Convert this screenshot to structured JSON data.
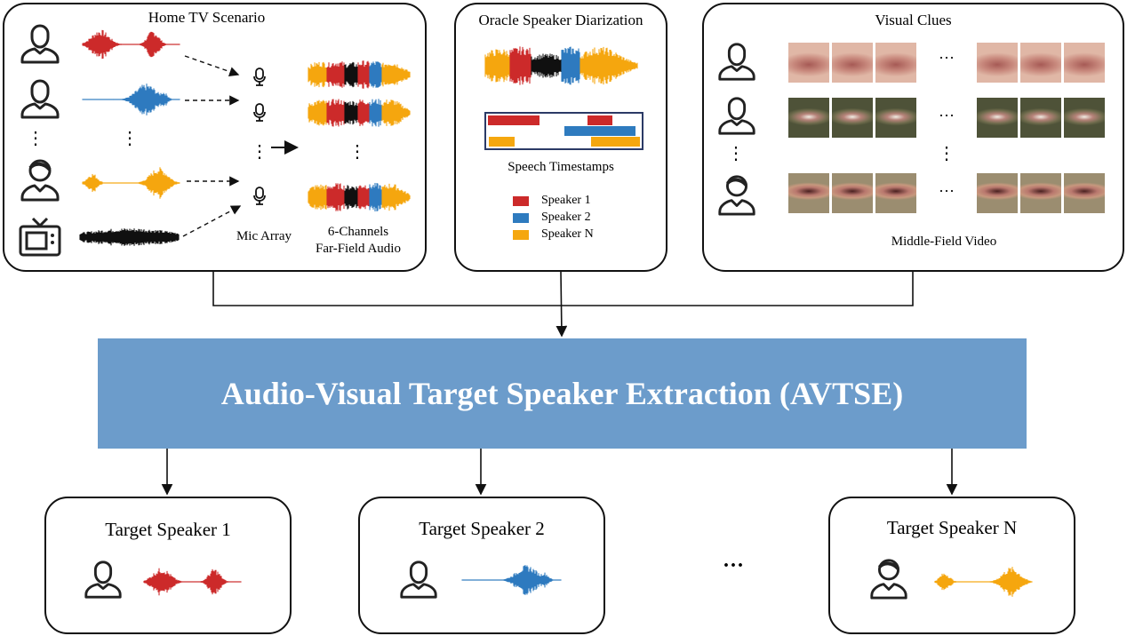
{
  "colors": {
    "speaker1": "#cc2a2a",
    "speaker2": "#2e7bbf",
    "speakerN": "#f5a70f",
    "tv_noise": "#111111",
    "avtse_box": "#6c9ccb"
  },
  "home_tv": {
    "title": "Home TV Scenario",
    "mic_array_label": "Mic Array",
    "channels_label_line1": "6-Channels",
    "channels_label_line2": "Far-Field Audio",
    "ellipsis": "⋮"
  },
  "diarization": {
    "title": "Oracle Speaker Diarization",
    "timestamps_label": "Speech Timestamps",
    "legend": [
      "Speaker 1",
      "Speaker 2",
      "Speaker N"
    ]
  },
  "visual": {
    "title": "Visual Clues",
    "video_label": "Middle-Field Video",
    "ellipsis_h": "···",
    "ellipsis_v": "⋮"
  },
  "avtse": {
    "label": "Audio-Visual Target Speaker Extraction (AVTSE)"
  },
  "targets": {
    "t1": "Target Speaker 1",
    "t2": "Target Speaker 2",
    "tn": "Target Speaker N",
    "ellipsis": "···"
  }
}
